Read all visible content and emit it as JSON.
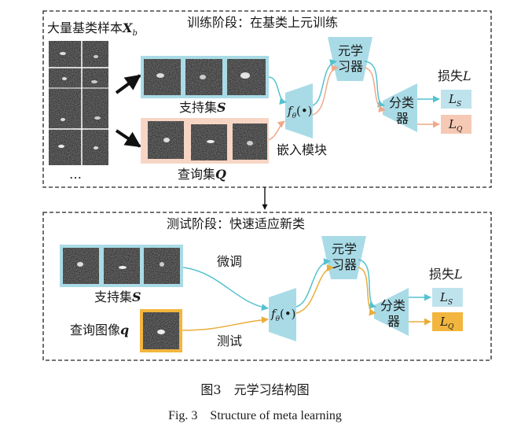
{
  "train": {
    "title": "训练阶段：在基类上元训练",
    "base_samples_label": "大量基类样本",
    "base_samples_symbol": "X",
    "base_samples_sub": "b",
    "ellipsis": "…",
    "support_label": "支持集",
    "support_symbol": "S",
    "query_label": "查询集",
    "query_symbol": "Q",
    "embed_label": "嵌入模块",
    "meta_learner_line1": "元学",
    "meta_learner_line2": "习器",
    "classifier_line1": "分类",
    "classifier_line2": "器",
    "loss_title": "损失",
    "loss_symbol": "L",
    "loss_s": "L",
    "loss_s_sub": "S",
    "loss_q": "L",
    "loss_q_sub": "Q"
  },
  "test": {
    "title": "测试阶段：快速适应新类",
    "support_label": "支持集",
    "support_symbol": "S",
    "query_label": "查询图像",
    "query_symbol": "q",
    "finetune_label": "微调",
    "test_label": "测试",
    "meta_learner_line1": "元学",
    "meta_learner_line2": "习器",
    "classifier_line1": "分类",
    "classifier_line2": "器",
    "loss_title": "损失",
    "loss_symbol": "L",
    "loss_s": "L",
    "loss_s_sub": "S",
    "loss_q": "L",
    "loss_q_sub": "Q"
  },
  "embed_func": "f",
  "embed_sub": "θ",
  "embed_arg": "(•)",
  "caption_cn": "图3　元学习结构图",
  "caption_en": "Fig. 3　Structure of meta learning",
  "colors": {
    "support_frame": "#a9dbe6",
    "query_frame": "#f7d5c4",
    "test_query_frame": "#f2b53d",
    "module": "#a9dbe6",
    "loss_s_fill": "#bfe3ec",
    "loss_q_train_fill": "#f6c9b4",
    "loss_q_test_fill": "#f2b53d",
    "teal_arrow": "#54c2cf",
    "orange_arrow": "#f0a98a",
    "gold_arrow": "#e9ad3a"
  }
}
